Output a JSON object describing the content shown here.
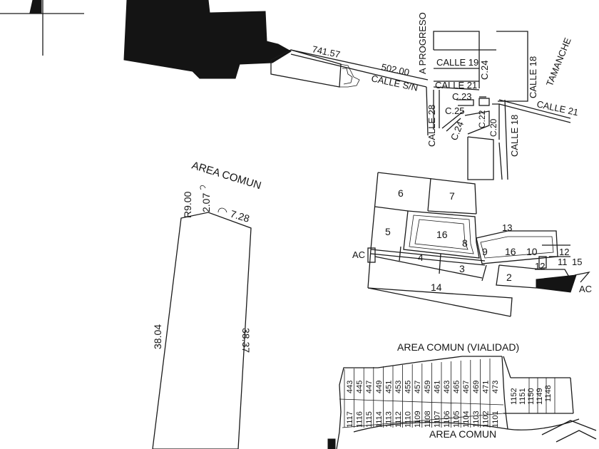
{
  "map": {
    "roads": {
      "distance_1": "741.57",
      "distance_2": "502.00",
      "calle_sn": "CALLE S/N",
      "a_progreso": "A PROGRESO",
      "tamanche": "TAMANCHE",
      "calle_19": "CALLE 19",
      "calle_21_top": "CALLE 21",
      "calle_21_right": "CALLE 21",
      "c24_top": "C.24",
      "calle_18_top": "CALLE 18",
      "c23": "C.23",
      "c25": "C.25",
      "c22": "C.22",
      "c24_low": "C.24",
      "c20": "C.20",
      "calle_28": "CALLE 28",
      "calle_18_low": "CALLE 18"
    },
    "parcel": {
      "title": "AREA COMUN",
      "radius": "R9.00",
      "arc_1": "2.07",
      "arc_2": "7.28",
      "left_side": "38.04",
      "right_side": "38.37"
    },
    "block": {
      "lots": [
        "6",
        "7",
        "5",
        "16",
        "8",
        "13",
        "9",
        "16",
        "10",
        "12",
        "4",
        "3",
        "12",
        "11",
        "15",
        "2",
        "14"
      ],
      "ac_left": "AC",
      "ac_right": "AC"
    },
    "subdivision": {
      "title": "AREA COMUN (VIALIDAD)",
      "bottom_label": "AREA COMUN",
      "lots_top": [
        "443",
        "445",
        "447",
        "449",
        "451",
        "453",
        "455",
        "457",
        "459",
        "461",
        "463",
        "465",
        "467",
        "469",
        "471",
        "473"
      ],
      "lots_bottom": [
        "1117",
        "1116",
        "1115",
        "1114",
        "1113",
        "1112",
        "1110",
        "1109",
        "1108",
        "1107",
        "1106",
        "1105",
        "1104",
        "1103",
        "1102",
        "1101"
      ],
      "lots_right": [
        "1152",
        "1151",
        "1150",
        "1149",
        "1148"
      ]
    }
  }
}
